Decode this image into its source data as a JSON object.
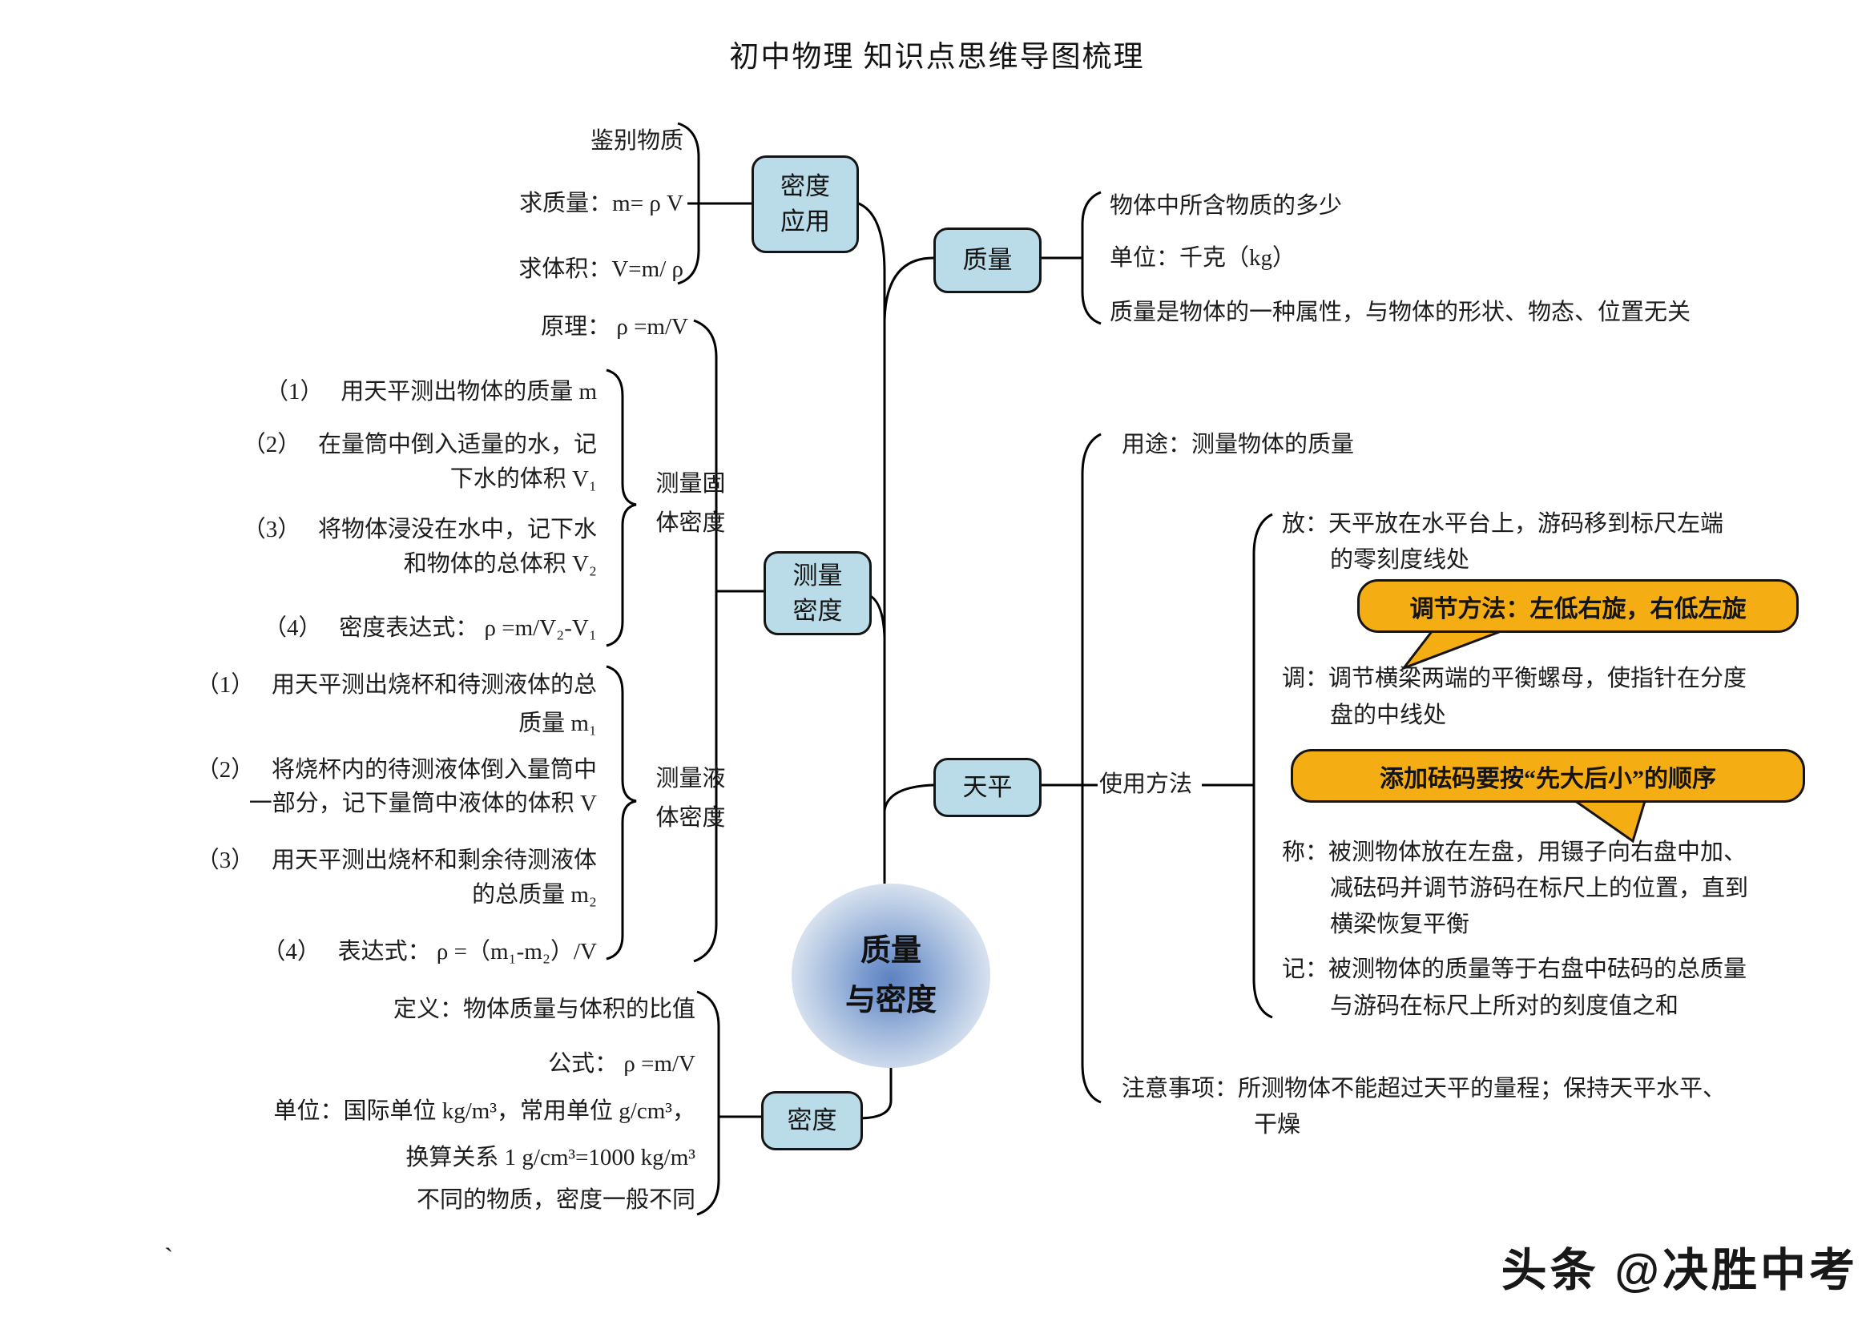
{
  "title": "初中物理 知识点思维导图梳理",
  "watermark": "头条 @决胜中考",
  "stray_mark": "`",
  "colors": {
    "node_fill": "#b9dce8",
    "node_border": "#141414",
    "callout_fill": "#f5ad14",
    "line": "#000000"
  },
  "center": {
    "line1": "质量",
    "line2": "与密度"
  },
  "apply": {
    "node_line1": "密度",
    "node_line2": "应用",
    "items": [
      "鉴别物质",
      "求质量：m= ρ V",
      "求体积：V=m/ ρ"
    ]
  },
  "mass": {
    "node": "质量",
    "items": [
      "物体中所含物质的多少",
      "单位：千克（kg）",
      "质量是物体的一种属性，与物体的形状、物态、位置无关"
    ]
  },
  "measure": {
    "node_line1": "测量",
    "node_line2": "密度",
    "principle": "原理：  ρ =m/V",
    "solid_label1": "测量固",
    "solid_label2": "体密度",
    "solid_lines": [
      "（1）　 用天平测出物体的质量 m",
      "（2）　 在量筒中倒入适量的水，记",
      "下水的体积 V₁",
      "（3）　 将物体浸没在水中，记下水",
      "和物体的总体积 V₂",
      "（4）　 密度表达式：  ρ =m/V₂-V₁"
    ],
    "liquid_label1": "测量液",
    "liquid_label2": "体密度",
    "liquid_lines": [
      "（1）　  用天平测出烧杯和待测液体的总",
      "质量 m₁",
      "（2）　  将烧杯内的待测液体倒入量筒中",
      "一部分，记下量筒中液体的体积 V",
      "（3）　  用天平测出烧杯和剩余待测液体",
      "的总质量 m₂",
      "（4）　  表达式：  ρ =（m₁-m₂）/V"
    ]
  },
  "balance": {
    "node": "天平",
    "usage": "用途：测量物体的质量",
    "method": "使用方法",
    "callout1": "调节方法：左低右旋，右低左旋",
    "callout2": "添加砝码要按“先大后小”的顺序",
    "fang": [
      "放：天平放在水平台上，游码移到标尺左端",
      "的零刻度线处"
    ],
    "tiao": [
      "调：调节横梁两端的平衡螺母，使指针在分度",
      "盘的中线处"
    ],
    "cheng": [
      "称：被测物体放在左盘，用镊子向右盘中加、",
      "减砝码并调节游码在标尺上的位置，直到",
      "横梁恢复平衡"
    ],
    "ji": [
      "记：被测物体的质量等于右盘中砝码的总质量",
      "与游码在标尺上所对的刻度值之和"
    ],
    "notes": [
      "注意事项：所测物体不能超过天平的量程；保持天平水平、",
      "干燥"
    ]
  },
  "density": {
    "node": "密度",
    "lines": [
      "定义：物体质量与体积的比值",
      "公式：  ρ =m/V",
      "单位：国际单位 kg/m³，常用单位 g/cm³，",
      "换算关系 1 g/cm³=1000 kg/m³",
      "不同的物质，密度一般不同"
    ]
  }
}
